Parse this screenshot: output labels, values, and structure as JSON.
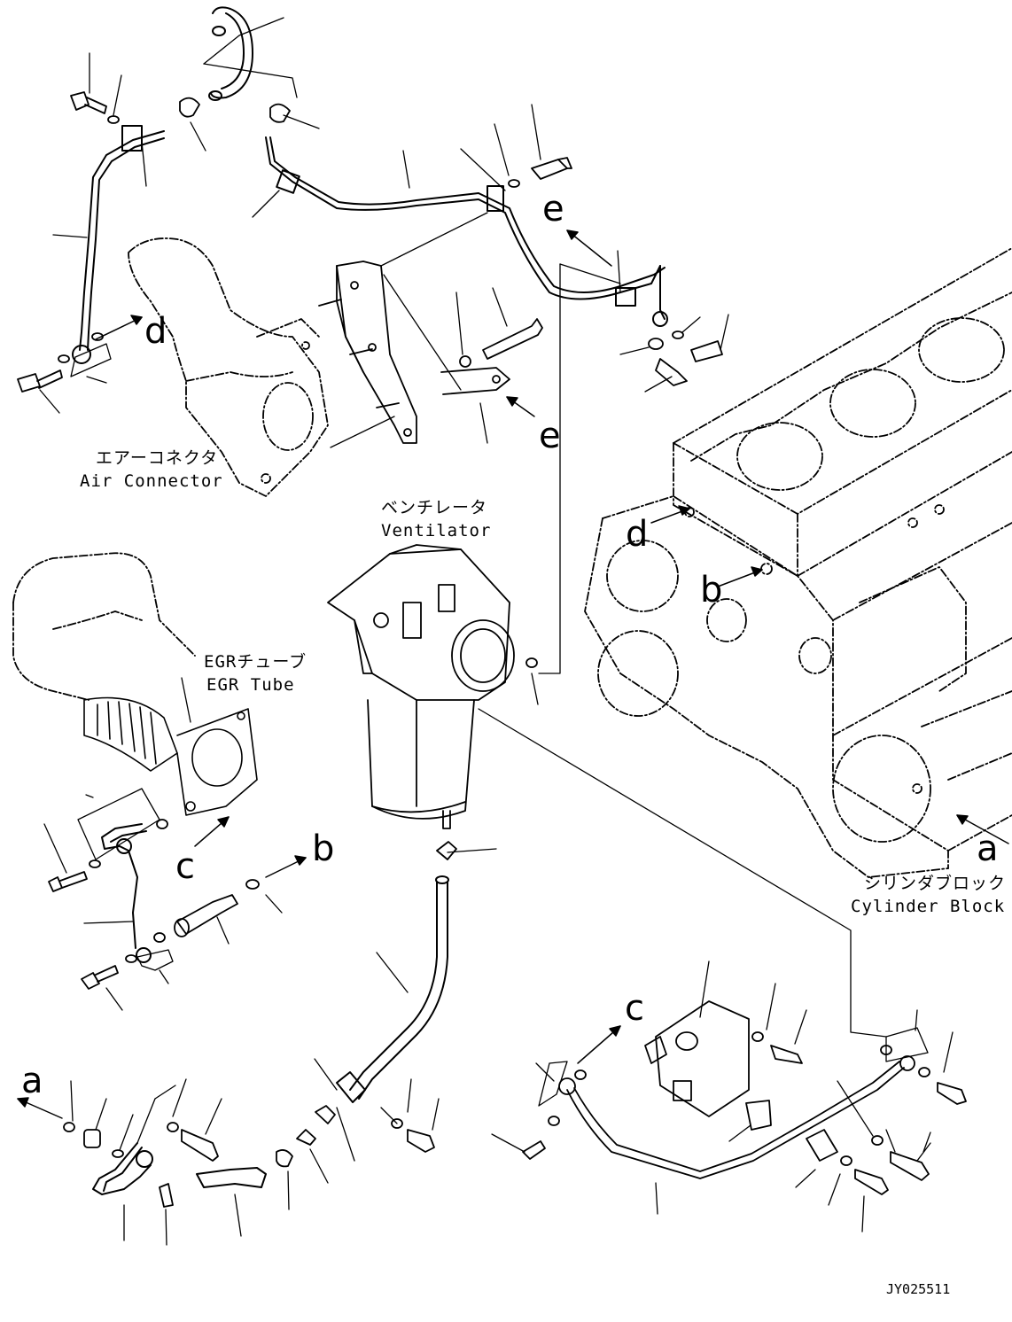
{
  "labels": {
    "air_connector_jp": "エアーコネクタ",
    "air_connector_en": "Air Connector",
    "ventilator_jp": "ベンチレータ",
    "ventilator_en": "Ventilator",
    "egr_tube_jp": "EGRチューブ",
    "egr_tube_en": "EGR Tube",
    "cylinder_block_jp": "シリンダブロック",
    "cylinder_block_en": "Cylinder Block"
  },
  "refs": {
    "a": "a",
    "b": "b",
    "c": "c",
    "d": "d",
    "e": "e"
  },
  "drawing_code": "JY025511"
}
